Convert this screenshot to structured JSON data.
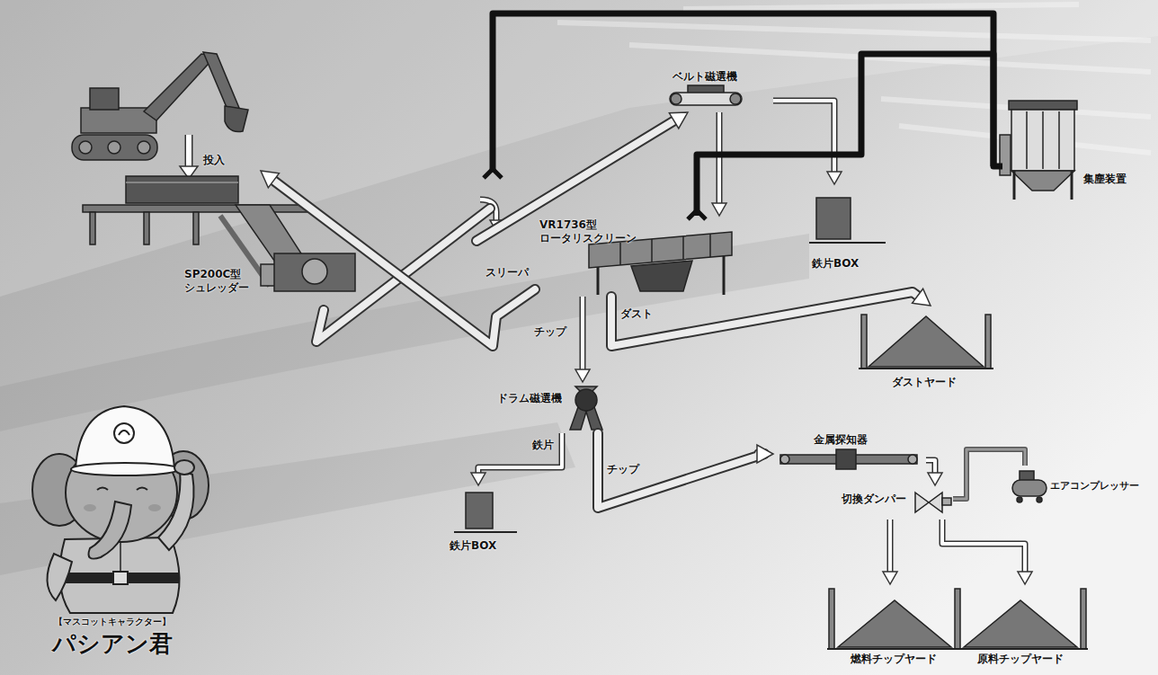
{
  "diagram": {
    "nodes": [
      {
        "text": [
          "SP200C型 シュレッダー"
        ]
      },
      {
        "text": [
          "ベルト磁選機"
        ]
      },
      {
        "text": [
          "VR1736型 ロータリスクリーン"
        ]
      },
      {
        "text": [
          "集塵装置"
        ]
      },
      {
        "text": [
          "鉄片BOX"
        ]
      },
      {
        "text": [
          "ダストヤード"
        ]
      },
      {
        "text": [
          "ドラム磁選機"
        ]
      },
      {
        "text": [
          "鉄片BOX"
        ]
      },
      {
        "text": [
          "金属探知器"
        ]
      },
      {
        "text": [
          "切換ダンパー"
        ]
      },
      {
        "text": [
          "エアコンプレッサー"
        ]
      },
      {
        "text": [
          "燃料チップヤード"
        ]
      },
      {
        "text": [
          "原料チップヤード"
        ]
      }
    ],
    "edges": [
      {
        "from": 0,
        "to": 1,
        "arrow": "to"
      },
      {
        "from": 1,
        "to": 2,
        "arrow": "to"
      },
      {
        "from": 1,
        "to": 4,
        "arrow": "to"
      },
      {
        "from": 2,
        "to": 0,
        "label": "スリーパ",
        "arrow": "to"
      },
      {
        "from": 2,
        "to": 3,
        "arrow": "none"
      },
      {
        "from": 2,
        "to": 5,
        "label": "ダスト",
        "arrow": "to"
      },
      {
        "from": 2,
        "to": 6,
        "label": "チップ",
        "arrow": "to"
      },
      {
        "from": 6,
        "to": 7,
        "label": "鉄片",
        "arrow": "to"
      },
      {
        "from": 6,
        "to": 8,
        "label": "チップ",
        "arrow": "to"
      },
      {
        "from": 8,
        "to": 9,
        "arrow": "to"
      },
      {
        "from": 10,
        "to": 9,
        "arrow": "none"
      },
      {
        "from": 9,
        "to": 11,
        "arrow": "to"
      },
      {
        "from": 9,
        "to": 12,
        "arrow": "to"
      }
    ],
    "labels": [
      "投入",
      "【マスコットキャラクター】",
      "パシアン君"
    ]
  }
}
